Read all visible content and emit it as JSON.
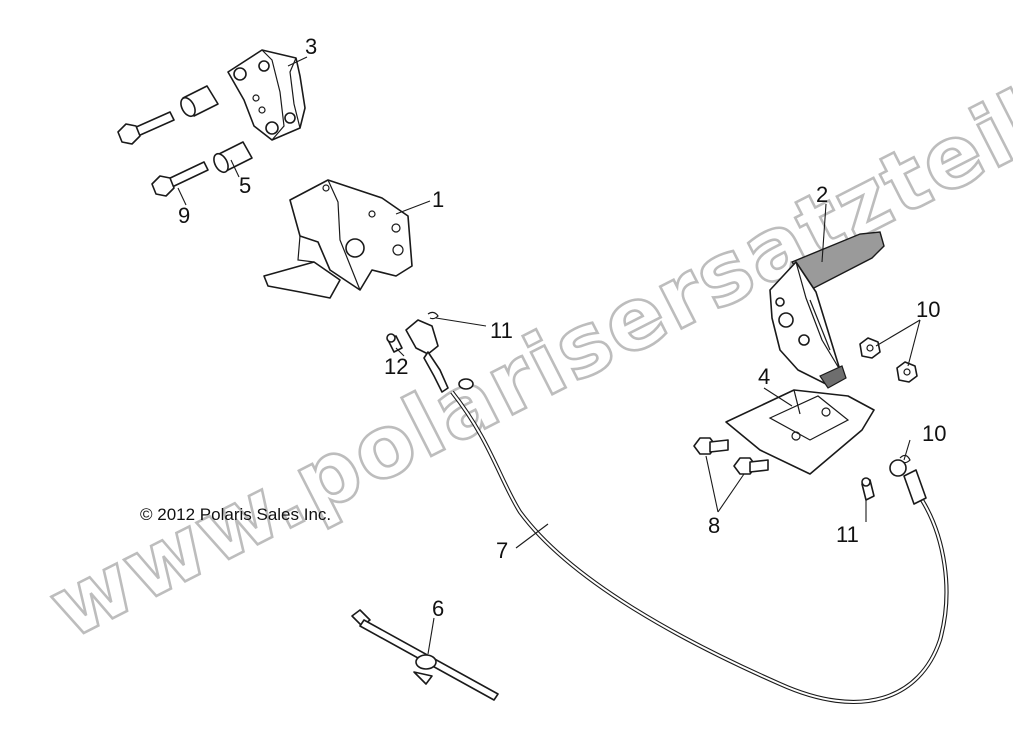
{
  "diagram": {
    "callouts": [
      {
        "id": "c1",
        "label": "1"
      },
      {
        "id": "c2",
        "label": "2"
      },
      {
        "id": "c3",
        "label": "3"
      },
      {
        "id": "c4",
        "label": "4"
      },
      {
        "id": "c5",
        "label": "5"
      },
      {
        "id": "c6",
        "label": "6"
      },
      {
        "id": "c7",
        "label": "7"
      },
      {
        "id": "c8",
        "label": "8"
      },
      {
        "id": "c9",
        "label": "9"
      },
      {
        "id": "c10a",
        "label": "10"
      },
      {
        "id": "c10b",
        "label": "10"
      },
      {
        "id": "c11a",
        "label": "11"
      },
      {
        "id": "c11b",
        "label": "11"
      },
      {
        "id": "c12",
        "label": "12"
      }
    ],
    "copyright": "© 2012 Polaris Sales Inc.",
    "watermark": "www.polarisersatzteile.de"
  }
}
